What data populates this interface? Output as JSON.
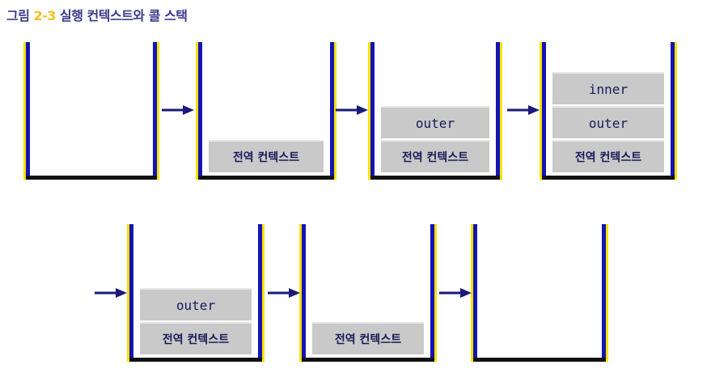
{
  "title": {
    "prefix": "그림",
    "number": "2-3",
    "text": "실행 컨텍스트와 콜 스택"
  },
  "stacks": [
    {
      "frames": []
    },
    {
      "frames": [
        "전역 컨텍스트"
      ]
    },
    {
      "frames": [
        "outer",
        "전역 컨텍스트"
      ]
    },
    {
      "frames": [
        "inner",
        "outer",
        "전역 컨텍스트"
      ]
    },
    {
      "frames": [
        "outer",
        "전역 컨텍스트"
      ]
    },
    {
      "frames": [
        "전역 컨텍스트"
      ]
    },
    {
      "frames": []
    }
  ],
  "colors": {
    "wall": "#1414b4",
    "wall_highlight": "#f6e200",
    "floor": "#111111",
    "frame_fill": "#c9c9c9",
    "arrow": "#1a1a7a",
    "title": "#3b3b8f"
  }
}
